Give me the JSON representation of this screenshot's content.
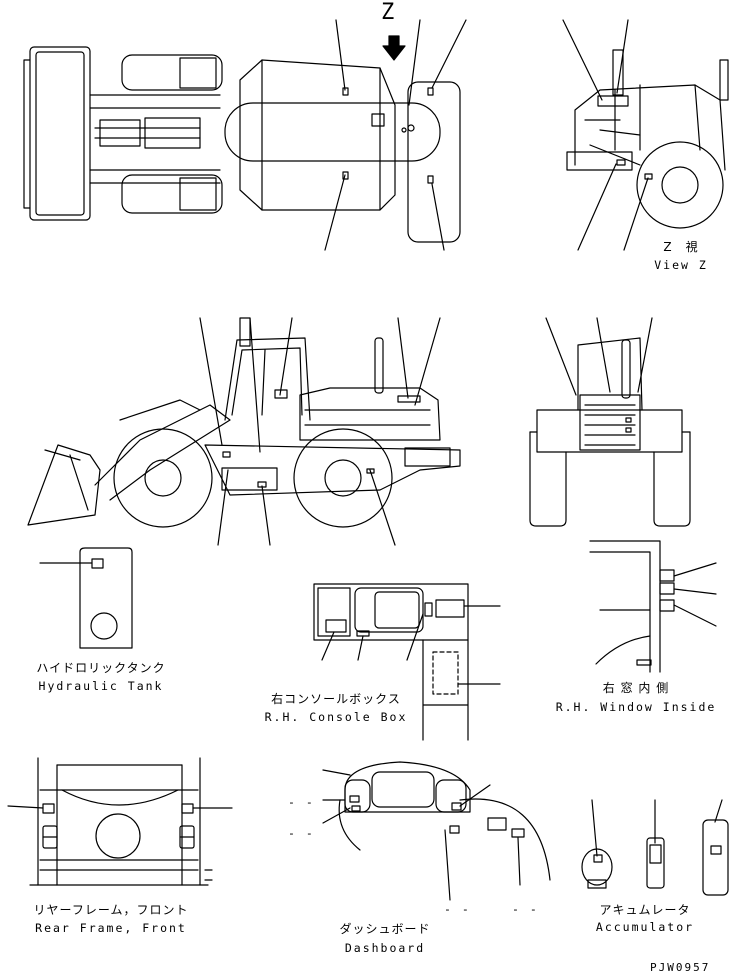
{
  "view_marker": "Z",
  "view_z": {
    "jp": "Z　視",
    "en": "View Z"
  },
  "hydraulic_tank": {
    "jp": "ハイドロリックタンク",
    "en": "Hydraulic Tank"
  },
  "console_box": {
    "jp": "右コンソールボックス",
    "en": "R.H. Console Box"
  },
  "window_inside": {
    "jp": "右 窓 内 側",
    "en": "R.H. Window Inside"
  },
  "rear_frame": {
    "jp": "リヤーフレーム，フロント",
    "en": "Rear Frame, Front"
  },
  "dashboard": {
    "jp": "ダッシュボード",
    "en": "Dashboard",
    "dashes": [
      "- -",
      "- -",
      "- -",
      "- -"
    ]
  },
  "accumulator": {
    "jp": "アキュムレータ",
    "en": "Accumulator"
  },
  "drawing_number": "PJW0957"
}
